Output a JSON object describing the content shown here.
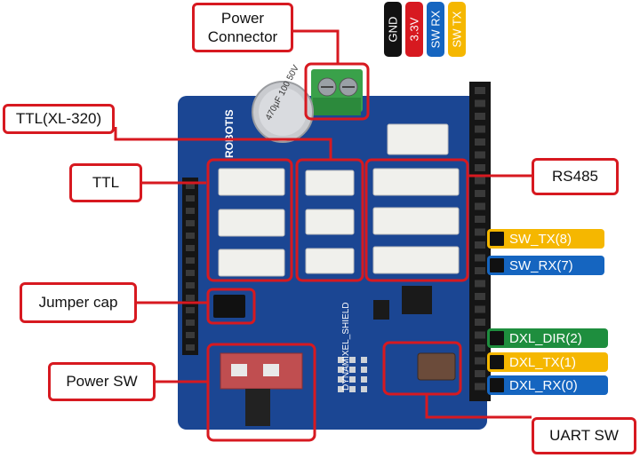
{
  "colors": {
    "callout_red": "#d71920",
    "board_blue": "#1d4a9a",
    "header_black": "#151515",
    "connector_white": "#f0f0ec",
    "terminal_green": "#3aa14a",
    "tag_yellow": "#f5b700",
    "tag_blue": "#1565c0",
    "tag_green": "#1e8e3e",
    "tag_red": "#d71920",
    "tag_black": "#111111"
  },
  "callouts": {
    "power_connector": "Power\nConnector",
    "ttl_xl320": "TTL(XL-320)",
    "ttl": "TTL",
    "rs485": "RS485",
    "jumper_cap": "Jumper cap",
    "power_sw": "Power SW",
    "uart_sw": "UART SW"
  },
  "pin_tags": {
    "sw_tx": "SW_TX(8)",
    "sw_rx": "SW_RX(7)",
    "dxl_dir": "DXL_DIR(2)",
    "dxl_tx": "DXL_TX(1)",
    "dxl_rx": "DXL_RX(0)"
  },
  "uart_pins": {
    "gnd": "GND",
    "v33": "3.3V",
    "sw_rx": "SW RX",
    "sw_tx": "SW TX"
  },
  "board_silk": {
    "brand": "ROBOTIS",
    "shield_name": "DYNAMIXEL_SHIELD",
    "capacitor": "470μF 100 50V"
  }
}
